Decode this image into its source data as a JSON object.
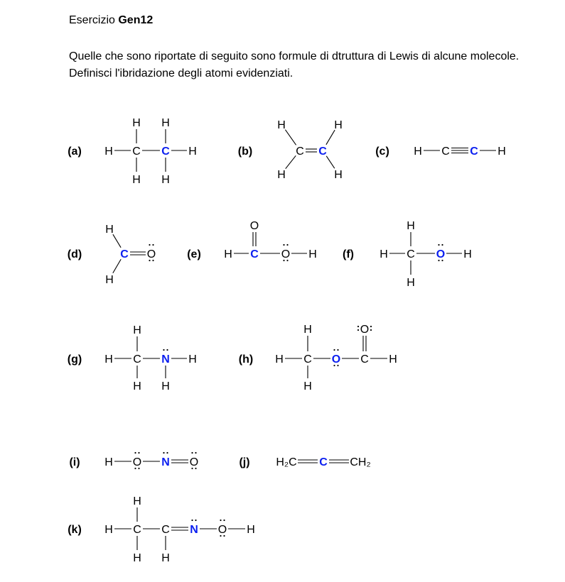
{
  "header": {
    "title_prefix": "Esercizio",
    "title_bold": "Gen12"
  },
  "intro": "Quelle che sono riportate di seguito sono formule di dtruttura di Lewis di alcune molecole. Definisci l'ibridazione degli atomi evidenziati.",
  "colors": {
    "highlight": "#0a1ef0"
  },
  "molecules": [
    {
      "label": "(a)",
      "atoms": [
        "H",
        "C",
        "C",
        "H",
        "H",
        "H",
        "H",
        "H"
      ],
      "highlight": [
        2
      ],
      "bonds": [
        [
          0,
          1,
          1
        ],
        [
          1,
          2,
          1
        ],
        [
          2,
          3,
          1
        ],
        [
          1,
          4,
          1
        ],
        [
          2,
          5,
          1
        ],
        [
          1,
          6,
          1
        ],
        [
          2,
          7,
          1
        ]
      ]
    },
    {
      "label": "(b)",
      "atoms": [
        "C",
        "C",
        "H",
        "H",
        "H",
        "H"
      ],
      "highlight": [
        1
      ],
      "bonds": [
        [
          0,
          1,
          2
        ],
        [
          0,
          2,
          1
        ],
        [
          1,
          3,
          1
        ],
        [
          0,
          4,
          1
        ],
        [
          1,
          5,
          1
        ]
      ]
    },
    {
      "label": "(c)",
      "atoms": [
        "H",
        "C",
        "C",
        "H"
      ],
      "highlight": [
        2
      ],
      "bonds": [
        [
          0,
          1,
          1
        ],
        [
          1,
          2,
          3
        ],
        [
          2,
          3,
          1
        ]
      ]
    },
    {
      "label": "(d)",
      "atoms": [
        "H",
        "C",
        "O",
        "H"
      ],
      "highlight": [
        1
      ],
      "bonds": [
        [
          0,
          1,
          1
        ],
        [
          1,
          2,
          2
        ],
        [
          1,
          3,
          1
        ]
      ]
    },
    {
      "label": "(e)",
      "atoms": [
        "H",
        "C",
        "O",
        "O",
        "H"
      ],
      "highlight": [
        1
      ],
      "bonds": [
        [
          0,
          1,
          1
        ],
        [
          1,
          2,
          2
        ],
        [
          1,
          3,
          1
        ],
        [
          3,
          4,
          1
        ]
      ]
    },
    {
      "label": "(f)",
      "atoms": [
        "H",
        "C",
        "H",
        "H",
        "O",
        "H"
      ],
      "highlight": [
        4
      ],
      "bonds": [
        [
          0,
          1,
          1
        ],
        [
          1,
          2,
          1
        ],
        [
          1,
          3,
          1
        ],
        [
          1,
          4,
          1
        ],
        [
          4,
          5,
          1
        ]
      ]
    },
    {
      "label": "(g)",
      "atoms": [
        "H",
        "C",
        "N",
        "H",
        "H",
        "H",
        "H"
      ],
      "highlight": [
        2
      ],
      "bonds": [
        [
          0,
          1,
          1
        ],
        [
          1,
          2,
          1
        ],
        [
          2,
          3,
          1
        ],
        [
          1,
          4,
          1
        ],
        [
          1,
          5,
          1
        ],
        [
          2,
          6,
          1
        ]
      ]
    },
    {
      "label": "(h)",
      "atoms": [
        "H",
        "C",
        "H",
        "H",
        "O",
        "C",
        "O",
        "H"
      ],
      "highlight": [
        4
      ],
      "bonds": [
        [
          0,
          1,
          1
        ],
        [
          1,
          2,
          1
        ],
        [
          1,
          3,
          1
        ],
        [
          1,
          4,
          1
        ],
        [
          4,
          5,
          1
        ],
        [
          5,
          6,
          2
        ],
        [
          5,
          7,
          1
        ]
      ]
    },
    {
      "label": "(i)",
      "atoms": [
        "H",
        "O",
        "N",
        "O"
      ],
      "highlight": [
        2
      ],
      "bonds": [
        [
          0,
          1,
          1
        ],
        [
          1,
          2,
          1
        ],
        [
          2,
          3,
          2
        ]
      ]
    },
    {
      "label": "(j)",
      "atoms": [
        "H₂C",
        "C",
        "CH₂"
      ],
      "highlight": [
        1
      ],
      "bonds": [
        [
          0,
          1,
          2
        ],
        [
          1,
          2,
          2
        ]
      ]
    },
    {
      "label": "(k)",
      "atoms": [
        "H",
        "C",
        "H",
        "H",
        "C",
        "H",
        "N",
        "O",
        "H"
      ],
      "highlight": [
        6
      ],
      "bonds": [
        [
          0,
          1,
          1
        ],
        [
          1,
          2,
          1
        ],
        [
          1,
          3,
          1
        ],
        [
          1,
          4,
          1
        ],
        [
          4,
          5,
          1
        ],
        [
          4,
          6,
          2
        ],
        [
          6,
          7,
          1
        ],
        [
          7,
          8,
          1
        ]
      ]
    }
  ]
}
